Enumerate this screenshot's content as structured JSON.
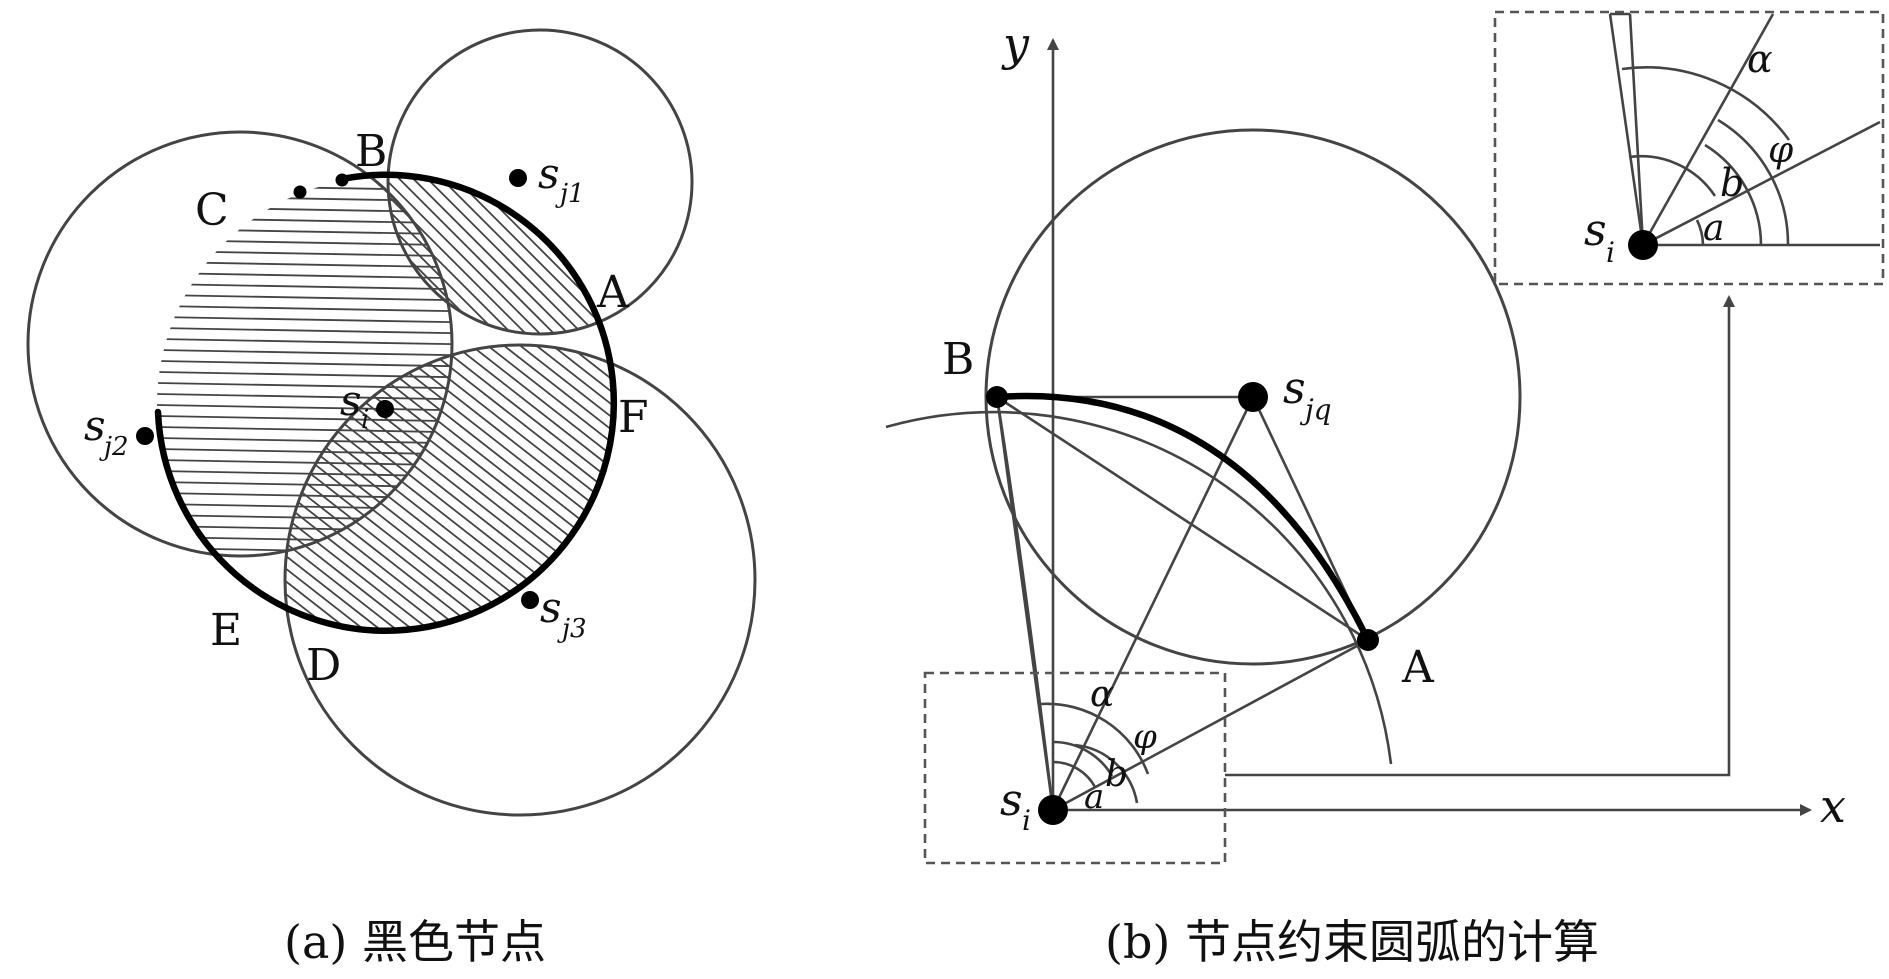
{
  "panel_a": {
    "points": {
      "A": "A",
      "B": "B",
      "C": "C",
      "D": "D",
      "E": "E",
      "F": "F"
    },
    "nodes": {
      "si_base": "s",
      "si_sub": "i",
      "sj1_base": "s",
      "sj1_sub": "j1",
      "sj2_base": "s",
      "sj2_sub": "j2",
      "sj3_base": "s",
      "sj3_sub": "j3"
    },
    "caption": "(a) 黑色节点"
  },
  "panel_b": {
    "axis_x": "x",
    "axis_y": "y",
    "points": {
      "A": "A",
      "B": "B"
    },
    "nodes": {
      "si_base": "s",
      "si_sub": "i",
      "sjq_base": "s",
      "sjq_sub": "jq"
    },
    "angles": {
      "alpha": "α",
      "phi": "φ",
      "a": "a",
      "b": "b"
    },
    "inset": {
      "si_base": "s",
      "si_sub": "i",
      "alpha": "α",
      "phi": "φ",
      "a": "a",
      "b": "b"
    },
    "caption": "(b) 节点约束圆弧的计算"
  }
}
